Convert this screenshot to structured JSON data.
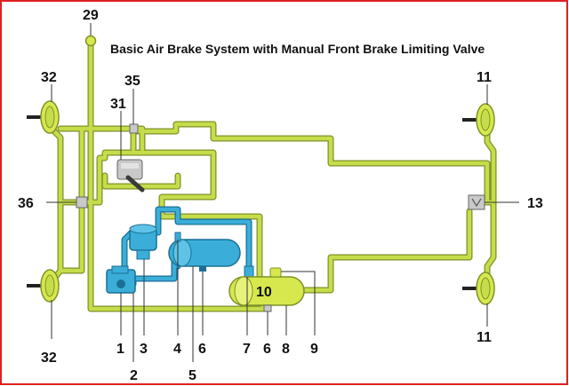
{
  "title": "Basic Air Brake System with Manual Front Brake Limiting Valve",
  "colors": {
    "border": "#e02020",
    "air_line": "#c6dc4a",
    "air_line_edge": "#7f9227",
    "supply_line": "#3aaed8",
    "supply_edge": "#1b6f95",
    "component_yellow": "#d7e84e",
    "component_blue": "#3aaed8",
    "component_gray": "#c9c9c9",
    "leader": "#333333"
  },
  "labels": {
    "l1": "1",
    "l2": "2",
    "l3": "3",
    "l4": "4",
    "l5": "5",
    "l6a": "6",
    "l6b": "6",
    "l7": "7",
    "l8": "8",
    "l9": "9",
    "l10": "10",
    "l11_top": "11",
    "l11_bottom": "11",
    "l13": "13",
    "l29": "29",
    "l31": "31",
    "l32_top": "32",
    "l32_bottom": "32",
    "l35": "35",
    "l36": "36"
  }
}
